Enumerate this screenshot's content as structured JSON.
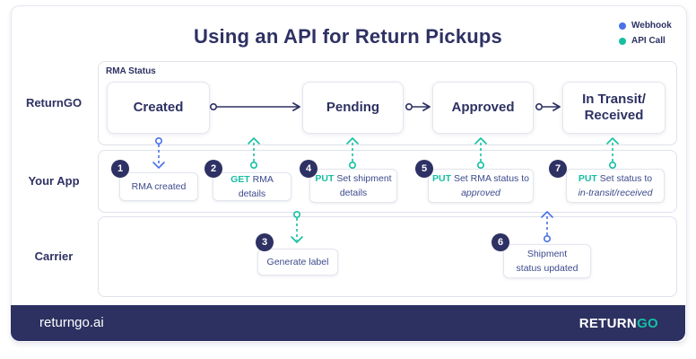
{
  "title": "Using an API for Return Pickups",
  "legend": [
    {
      "label": "Webhook",
      "color": "#4a72e8"
    },
    {
      "label": "API Call",
      "color": "#16bfa2"
    }
  ],
  "lanes": {
    "returngo": "ReturnGO",
    "your_app": "Your App",
    "carrier": "Carrier"
  },
  "rma_status_caption": "RMA Status",
  "states": {
    "created": "Created",
    "pending": "Pending",
    "approved": "Approved",
    "in_transit": "In Transit/ Received"
  },
  "steps": [
    {
      "number": "1",
      "text": "RMA created"
    },
    {
      "number": "2",
      "verb": "GET",
      "text": "RMA details"
    },
    {
      "number": "3",
      "text": "Generate label"
    },
    {
      "number": "4",
      "verb": "PUT",
      "text": "Set shipment details"
    },
    {
      "number": "5",
      "verb": "PUT",
      "text": "Set RMA status to",
      "emphasis": "approved"
    },
    {
      "number": "6",
      "text": "Shipment status updated"
    },
    {
      "number": "7",
      "verb": "PUT",
      "text": "Set status to",
      "emphasis": "in-transit/received"
    }
  ],
  "footer": {
    "url": "returngo.ai",
    "logo_main": "RETURN",
    "logo_accent": "GO"
  },
  "colors": {
    "navy": "#2e3163",
    "teal": "#16bfa2",
    "blue": "#4a72e8",
    "footer_bg": "#2d3161"
  }
}
